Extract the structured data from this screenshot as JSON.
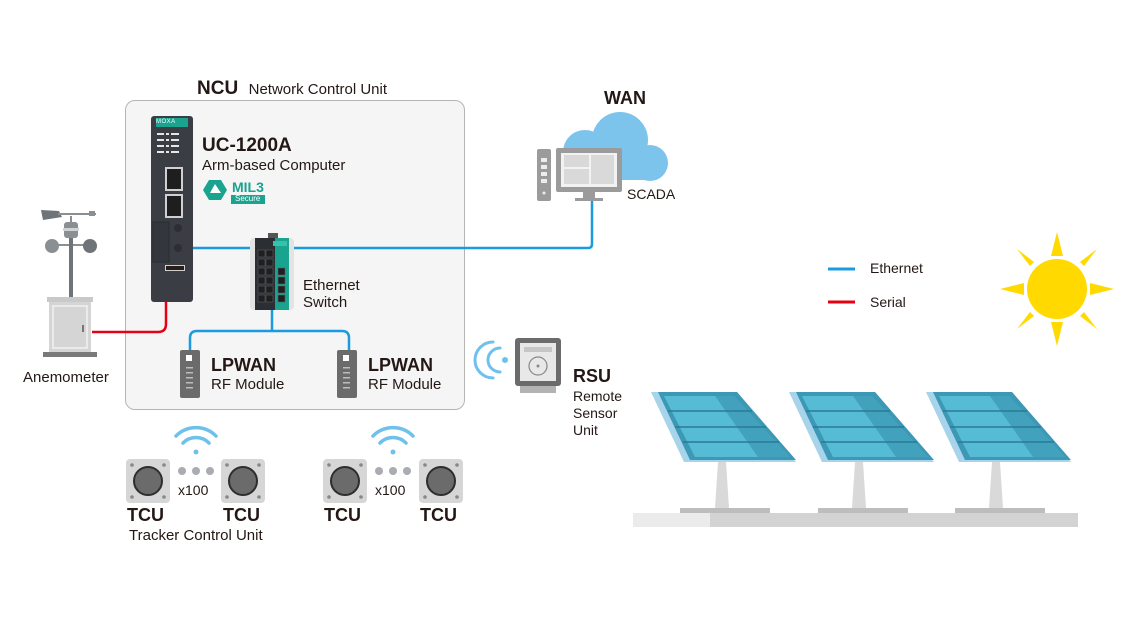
{
  "title": {
    "ncu_abbr": "NCU",
    "ncu_full": "Network Control Unit"
  },
  "computer": {
    "model": "UC-1200A",
    "description": "Arm-based Computer",
    "brand_plate": "MOXA",
    "badge_main": "MIL3",
    "badge_sub": "Secure"
  },
  "switch": {
    "line1": "Ethernet",
    "line2": "Switch"
  },
  "rf_modules": [
    {
      "title": "LPWAN",
      "subtitle": "RF Module"
    },
    {
      "title": "LPWAN",
      "subtitle": "RF Module"
    }
  ],
  "wan": {
    "title": "WAN",
    "scada": "SCADA"
  },
  "anemometer": {
    "label": "Anemometer"
  },
  "rsu": {
    "abbr": "RSU",
    "line1": "Remote",
    "line2": "Sensor",
    "line3": "Unit"
  },
  "tcu_groups": [
    {
      "left": "TCU",
      "right": "TCU",
      "multiplier": "x100"
    },
    {
      "left": "TCU",
      "right": "TCU",
      "multiplier": "x100"
    }
  ],
  "tcu_caption": "Tracker Control Unit",
  "legend": [
    {
      "label": "Ethernet",
      "color": "#1a9be0"
    },
    {
      "label": "Serial",
      "color": "#e60012"
    }
  ],
  "colors": {
    "ethernet": "#1a9be0",
    "serial": "#e60012",
    "sun": "#ffd900",
    "cloud": "#7cc4ec",
    "teal": "#1aa38f",
    "wifi": "#6ec1ea"
  }
}
